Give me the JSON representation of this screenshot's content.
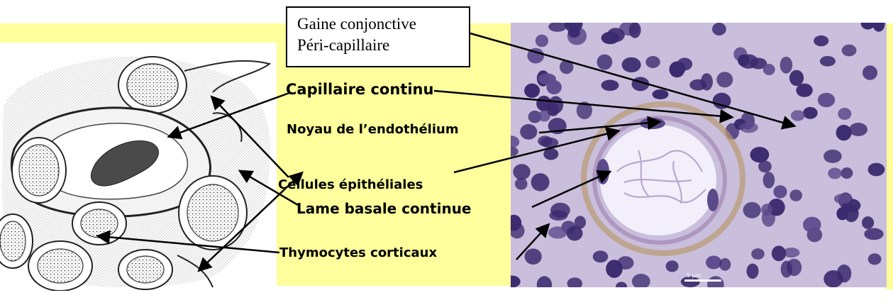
{
  "callout": {
    "line1": "Gaine conjonctive",
    "line2": "Péri-capillaire"
  },
  "labels": {
    "capillaire": "Capillaire continu",
    "noyau": "Noyau de l’endothélium",
    "cellules": "Cellules épithéliales",
    "lame": "Lame basale continue",
    "thymocytes": "Thymocytes corticaux"
  },
  "scale_bar": "5 µm",
  "colors": {
    "yellow_background": "#fefe9c",
    "stain_purple": "#3a2a6e",
    "stain_pink": "#c7b9d6",
    "arrow": "#000000"
  }
}
